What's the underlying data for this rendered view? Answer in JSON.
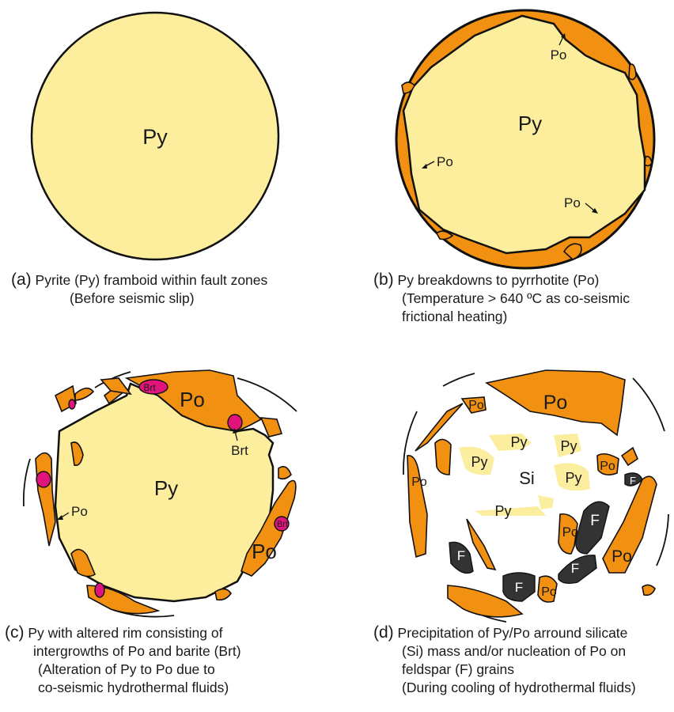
{
  "colors": {
    "pyrite": "#fdee9e",
    "pyrrhotite": "#f29111",
    "barite": "#e0147a",
    "feldspar": "#333333",
    "outline": "#111111"
  },
  "panel_a": {
    "center_label": "Py",
    "caption": {
      "tag": "(a)",
      "lines": [
        "Pyrite (Py) framboid within fault zones",
        "(Before seismic slip)"
      ]
    }
  },
  "panel_b": {
    "center_label": "Py",
    "po_label_top": "Po",
    "po_label_left": "Po",
    "po_label_right": "Po",
    "caption": {
      "tag": "(b)",
      "lines": [
        "Py breakdowns to pyrrhotite (Po)",
        "(Temperature > 640 ºC as co-seismic",
        "frictional heating)"
      ]
    }
  },
  "panel_c": {
    "center_label": "Py",
    "po_label_top": "Po",
    "po_label_right": "Po",
    "po_label_left": "Po",
    "brt_label": "Brt",
    "brt_small_1": "Brt",
    "brt_small_2": "Brt",
    "caption": {
      "tag": "(c)",
      "lines": [
        "Py with altered rim consisting of",
        "intergrowths of Po and barite (Brt)",
        "(Alteration of Py to Po due to",
        "co-seismic hydrothermal fluids)"
      ]
    }
  },
  "panel_d": {
    "si_label": "Si",
    "po_labels": [
      "Po",
      "Po",
      "Po",
      "Po",
      "Po",
      "Po",
      "Po"
    ],
    "py_labels": [
      "Py",
      "Py",
      "Py",
      "Py",
      "Py"
    ],
    "f_labels": [
      "F",
      "F",
      "F",
      "F",
      "F"
    ],
    "caption": {
      "tag": "(d)",
      "lines": [
        "Precipitation of Py/Po arround silicate",
        "(Si) mass and/or nucleation of Po on",
        "feldspar (F) grains",
        "(During cooling of hydrothermal fluids)"
      ]
    }
  }
}
